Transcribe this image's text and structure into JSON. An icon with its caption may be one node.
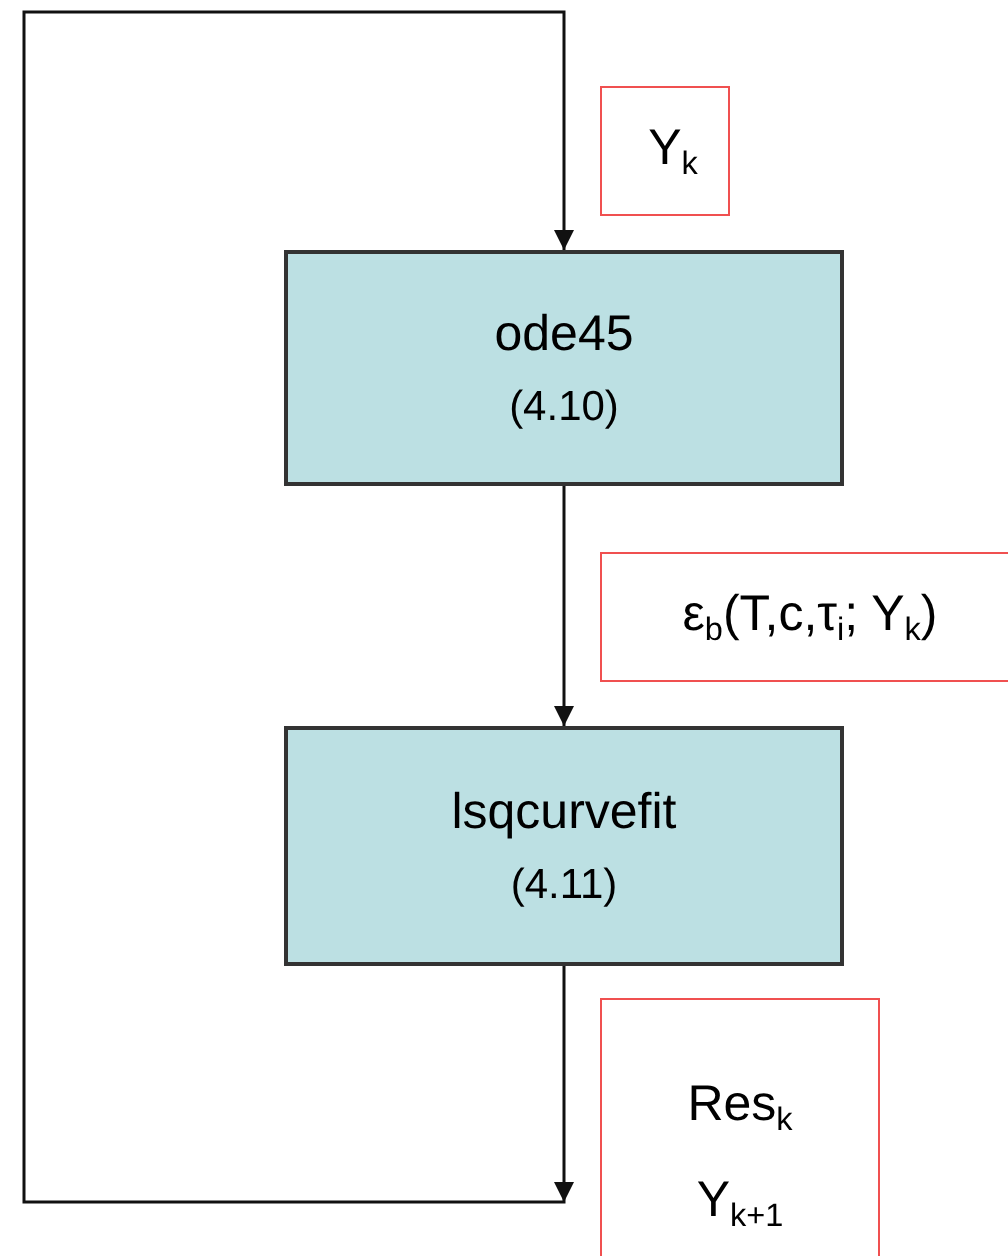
{
  "diagram": {
    "nodes": [
      {
        "text": [
          "ode45",
          "(4.10)"
        ]
      },
      {
        "text": [
          "lsqcurvefit",
          "(4.11)"
        ]
      },
      {
        "text": [
          "Y$_{k}$"
        ]
      },
      {
        "text": [
          "ε$_{b}$(T,c,τ$_{i}$; Y$_{k}$)"
        ]
      },
      {
        "text": [
          "Res$_{k}$",
          "Y$_{k+1}$"
        ]
      }
    ],
    "edges": [
      {
        "from": 0,
        "to": 1,
        "arrow": "to"
      },
      {
        "from": 1,
        "to": 0,
        "arrow": "to"
      }
    ]
  }
}
